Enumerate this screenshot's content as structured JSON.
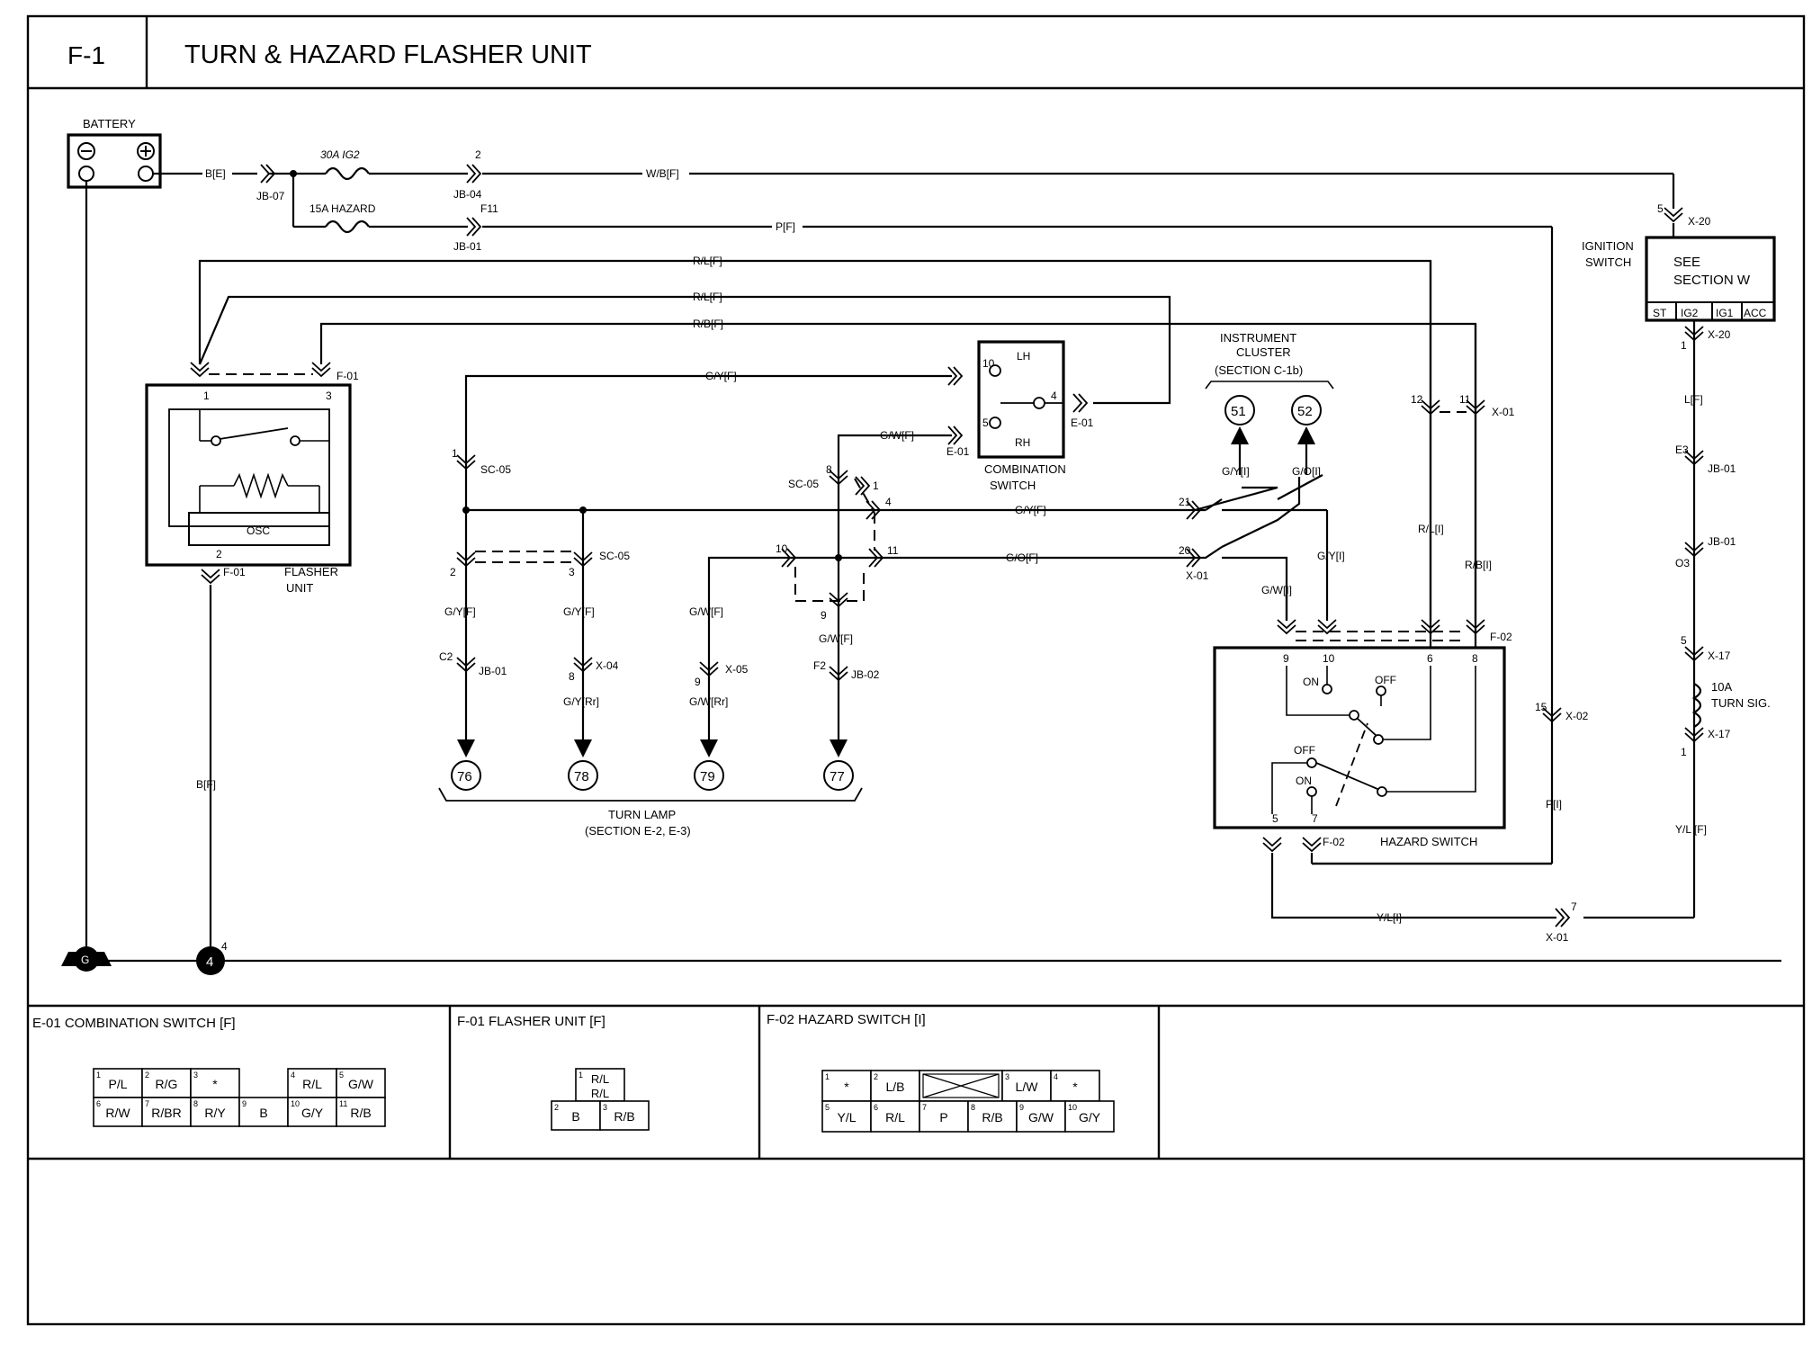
{
  "header": {
    "code": "F-1",
    "title": "TURN & HAZARD FLASHER UNIT"
  },
  "components": {
    "battery": "BATTERY",
    "ignition_switch": [
      "IGNITION",
      "SWITCH"
    ],
    "see_section": [
      "SEE",
      "SECTION W"
    ],
    "ign_positions": [
      "ST",
      "IG2",
      "IG1",
      "ACC"
    ],
    "flasher_unit": [
      "FLASHER",
      "UNIT"
    ],
    "osc": "OSC",
    "combination_switch": [
      "COMBINATION",
      "SWITCH"
    ],
    "lh": "LH",
    "rh": "RH",
    "hazard_switch": "HAZARD SWITCH",
    "instrument_cluster": [
      "INSTRUMENT",
      "CLUSTER",
      "(SECTION C-1b)"
    ],
    "turn_lamp": [
      "TURN LAMP",
      "(SECTION E-2, E-3)"
    ],
    "on": "ON",
    "off": "OFF"
  },
  "fuses": {
    "ig2": "30A IG2",
    "hazard": "15A HAZARD",
    "turn_sig": [
      "10A",
      "TURN SIG."
    ]
  },
  "wires": {
    "be": "B[E]",
    "wbf": "W/B[F]",
    "pf": "P[F]",
    "rlf": "R/L[F]",
    "rbf": "R/B[F]",
    "gyf": "G/Y[F]",
    "gwf": "G/W[F]",
    "gof": "G/O[F]",
    "gyi": "G/Y[I]",
    "goi": "G/O[I]",
    "gwi": "G/W[I]",
    "rli": "R/L[I]",
    "rbi": "R/B[I]",
    "pi": "P[I]",
    "lf": "L[F]",
    "ylf": "Y/L [F]",
    "yli": "Y/L[I]",
    "bf": "B[F]",
    "gyrr": "G/Y[Rr]",
    "gwrr": "G/W[Rr]"
  },
  "connectors": {
    "jb07": "JB-07",
    "jb04": "JB-04",
    "jb01": "JB-01",
    "jb02": "JB-02",
    "f01": "F-01",
    "f02": "F-02",
    "e01": "E-01",
    "x20": "X-20",
    "x01": "X-01",
    "x02": "X-02",
    "x04": "X-04",
    "x05": "X-05",
    "x17": "X-17",
    "sc05": "SC-05",
    "f11": "F11",
    "e3": "E3",
    "o3": "O3",
    "c2": "C2",
    "f2": "F2"
  },
  "pins": {
    "n1": "1",
    "n2": "2",
    "n3": "3",
    "n4": "4",
    "n5": "5",
    "n6": "6",
    "n7": "7",
    "n8": "8",
    "n9": "9",
    "n10": "10",
    "n11": "11",
    "n12": "12",
    "n15": "15",
    "n20": "20",
    "n21": "21"
  },
  "refs": {
    "r76": "76",
    "r78": "78",
    "r79": "79",
    "r77": "77",
    "r51": "51",
    "r52": "52"
  },
  "ground": {
    "g": "G",
    "four": "4"
  },
  "connector_views": {
    "e01": {
      "title": "E-01 COMBINATION SWITCH [F]",
      "top": [
        {
          "n": "1",
          "c": "P/L"
        },
        {
          "n": "2",
          "c": "R/G"
        },
        {
          "n": "3",
          "c": "*"
        },
        {
          "n": "",
          "c": ""
        },
        {
          "n": "4",
          "c": "R/L"
        },
        {
          "n": "5",
          "c": "G/W"
        }
      ],
      "bottom": [
        {
          "n": "6",
          "c": "R/W"
        },
        {
          "n": "7",
          "c": "R/BR"
        },
        {
          "n": "8",
          "c": "R/Y"
        },
        {
          "n": "9",
          "c": "B"
        },
        {
          "n": "10",
          "c": "G/Y"
        },
        {
          "n": "11",
          "c": "R/B"
        }
      ]
    },
    "f01": {
      "title": "F-01 FLASHER UNIT [F]",
      "top": {
        "n": "1",
        "c1": "R/L",
        "c2": "R/L"
      },
      "bottom": [
        {
          "n": "2",
          "c": "B"
        },
        {
          "n": "3",
          "c": "R/B"
        }
      ]
    },
    "f02": {
      "title": "F-02 HAZARD SWITCH [I]",
      "top": [
        {
          "n": "1",
          "c": "*"
        },
        {
          "n": "2",
          "c": "L/B"
        },
        {
          "n": "",
          "c": ""
        },
        {
          "n": "3",
          "c": "L/W"
        },
        {
          "n": "4",
          "c": "*"
        }
      ],
      "bottom": [
        {
          "n": "5",
          "c": "Y/L"
        },
        {
          "n": "6",
          "c": "R/L"
        },
        {
          "n": "7",
          "c": "P"
        },
        {
          "n": "8",
          "c": "R/B"
        },
        {
          "n": "9",
          "c": "G/W"
        },
        {
          "n": "10",
          "c": "G/Y"
        }
      ]
    }
  }
}
